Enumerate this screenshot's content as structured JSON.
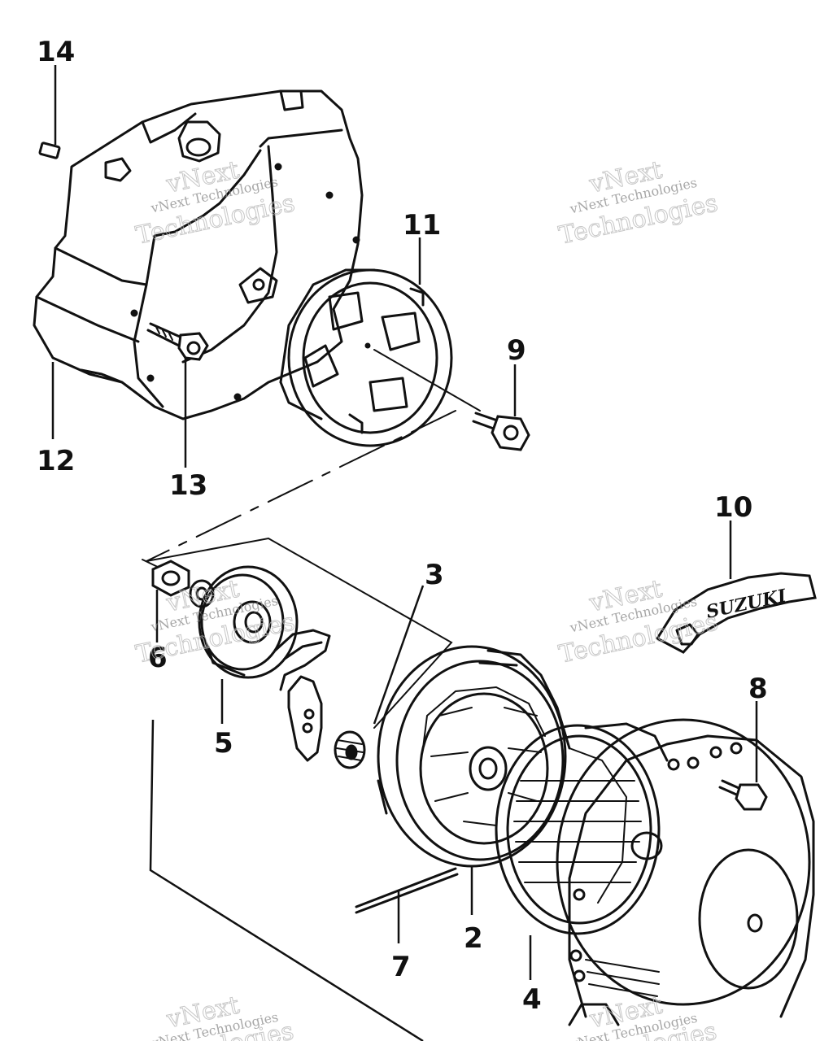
{
  "callouts": {
    "c14": "14",
    "c11": "11",
    "c9": "9",
    "c12": "12",
    "c13": "13",
    "c10": "10",
    "c3": "3",
    "c6": "6",
    "c5": "5",
    "c8": "8",
    "c2": "2",
    "c7": "7",
    "c4": "4"
  },
  "plate_label": "SUZUKI",
  "watermark": {
    "small": "vNext Technologies",
    "big_top": "vNext",
    "big_bottom": "Technologies"
  }
}
